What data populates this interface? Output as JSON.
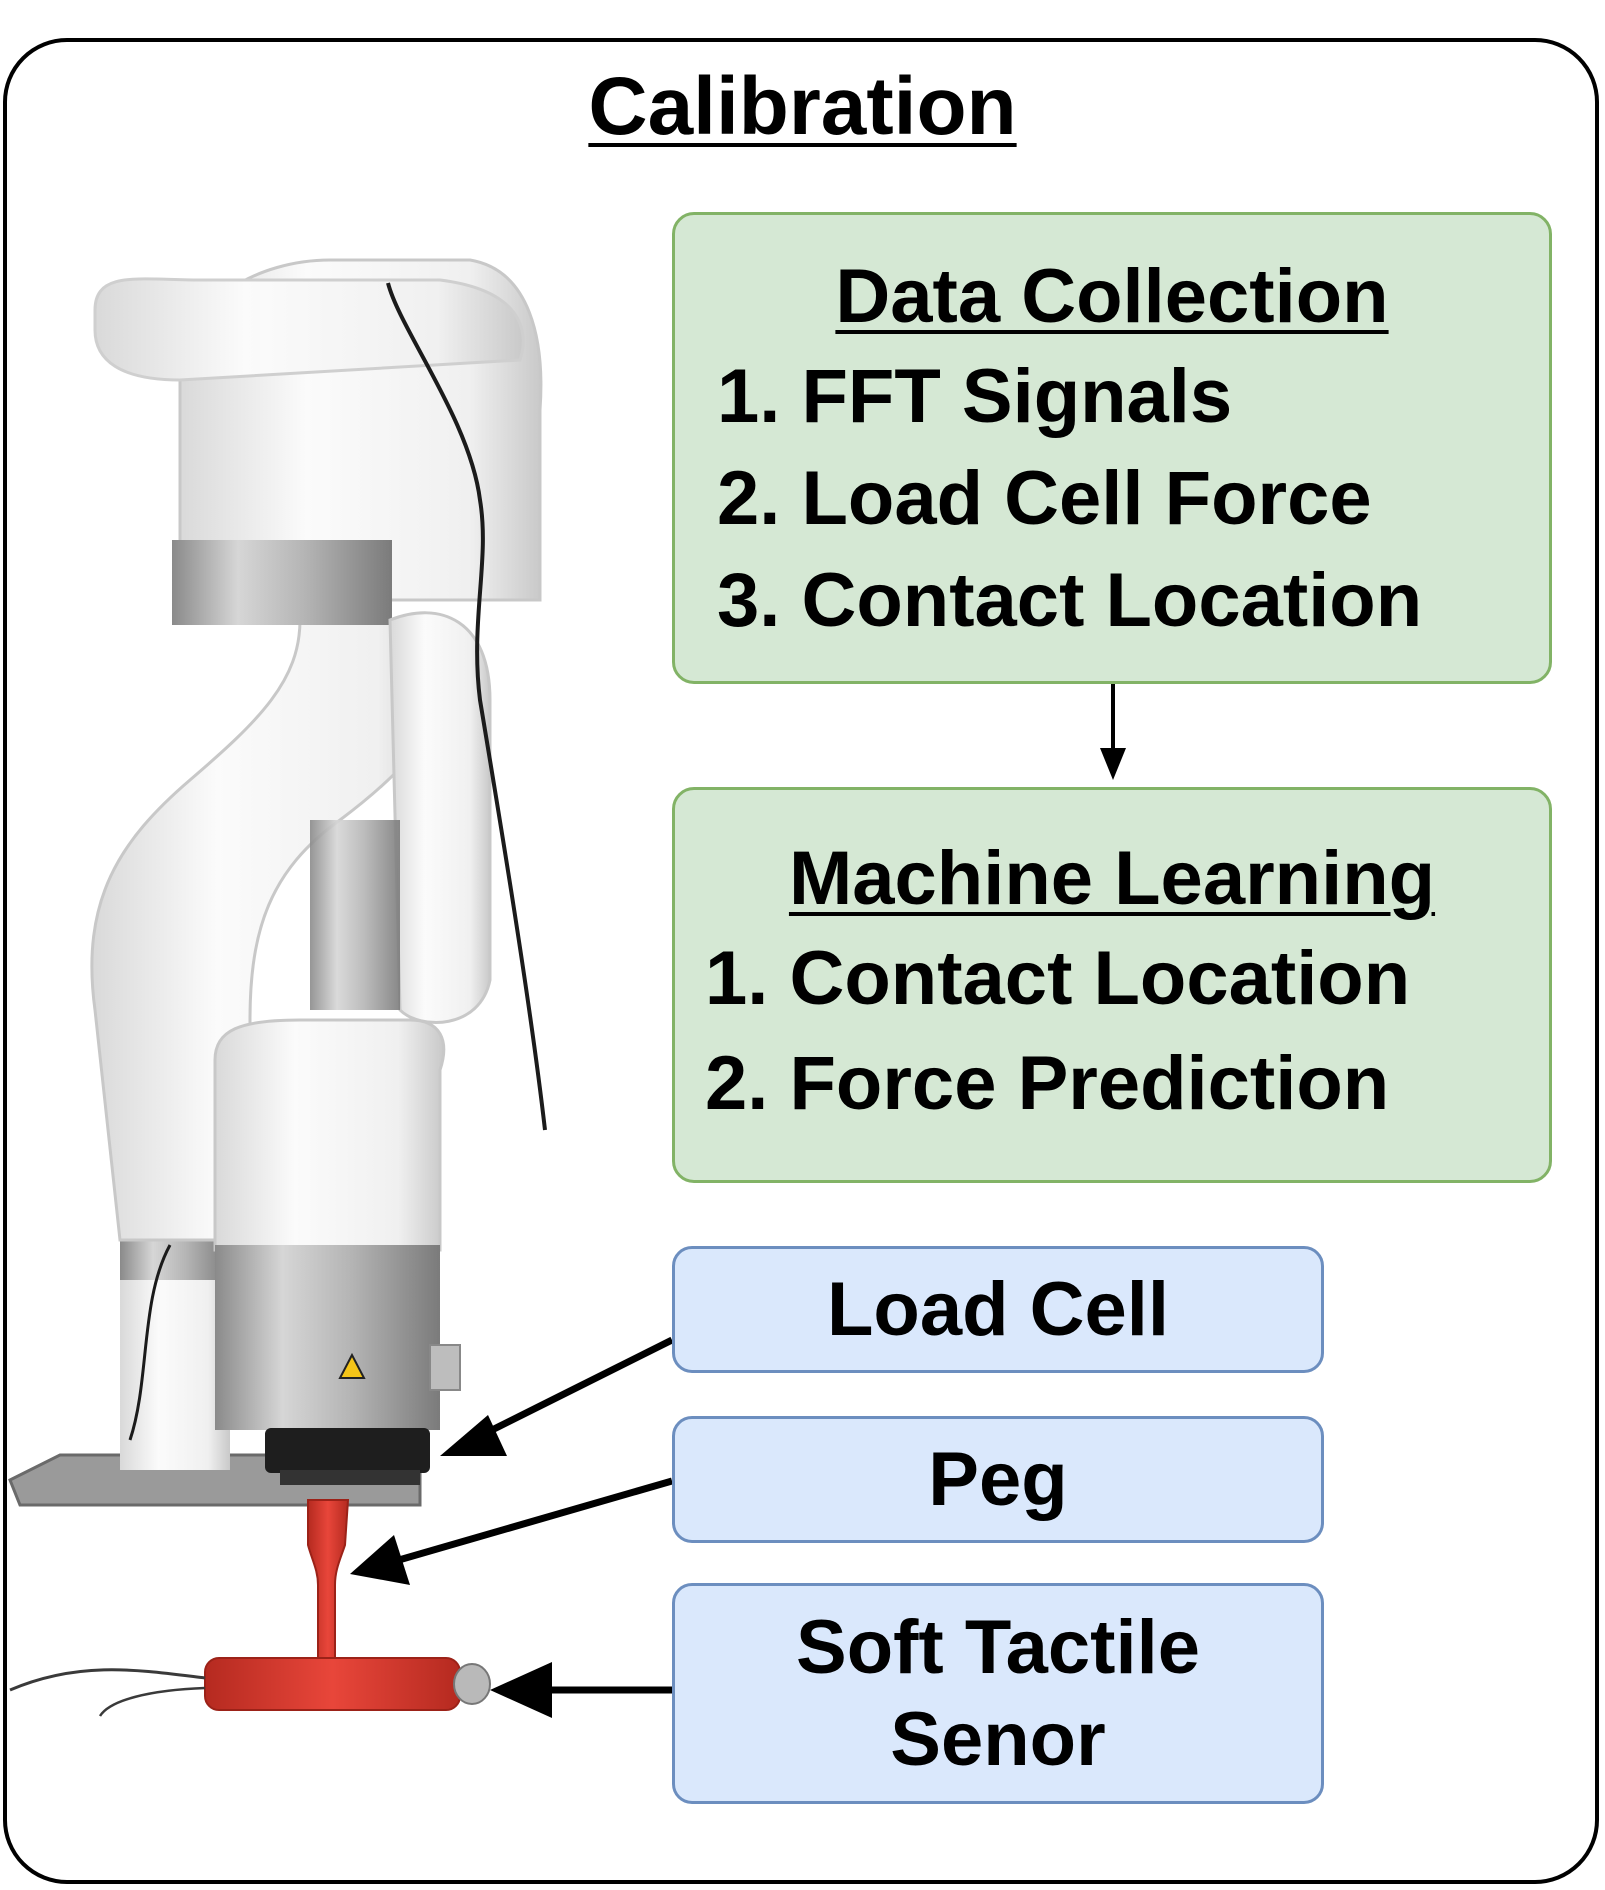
{
  "title": "Calibration",
  "data_collection": {
    "heading": "Data Collection",
    "items": [
      "1. FFT Signals",
      "2. Load Cell Force",
      "3. Contact Location"
    ]
  },
  "machine_learning": {
    "heading": "Machine Learning",
    "items": [
      "1. Contact Location",
      "2. Force Prediction"
    ]
  },
  "labels": {
    "load_cell": "Load Cell",
    "peg": "Peg",
    "sensor_line1": "Soft Tactile",
    "sensor_line2": "Senor"
  },
  "colors": {
    "green_fill": "#d5e8d4",
    "green_stroke": "#82b366",
    "blue_fill": "#dae8fc",
    "blue_stroke": "#6c8ebf",
    "peg_red": "#d93a2b"
  }
}
